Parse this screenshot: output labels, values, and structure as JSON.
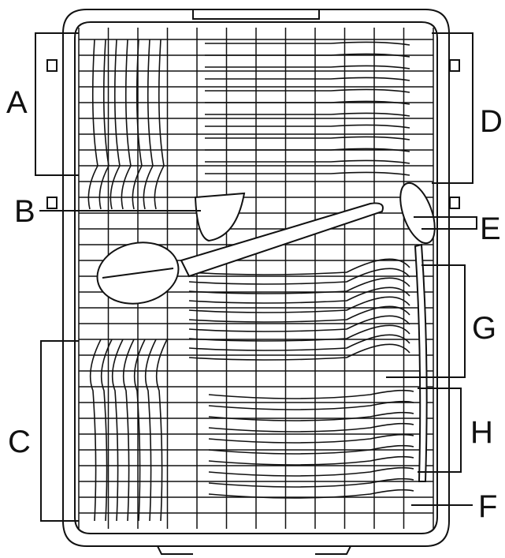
{
  "colors": {
    "line": "#111111",
    "background": "#ffffff",
    "utensil": "#ffffff"
  },
  "labels": {
    "a": "A",
    "b": "B",
    "c": "C",
    "d": "D",
    "e": "E",
    "f": "F",
    "g": "G",
    "h": "H"
  },
  "icons": {
    "tray": "cutlery-tray-icon"
  }
}
